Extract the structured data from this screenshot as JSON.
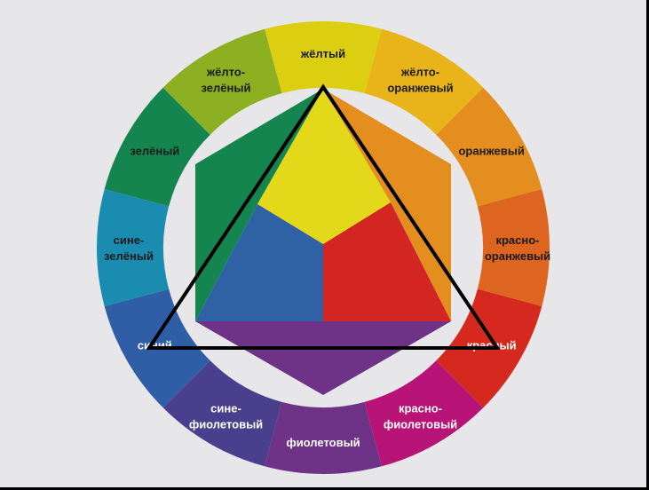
{
  "wheel": {
    "segments": [
      {
        "label": [
          "жёлтый"
        ],
        "color": "#dccf12",
        "text_color": "#1a1a1a"
      },
      {
        "label": [
          "жёлто-",
          "оранжевый"
        ],
        "color": "#e8b41a",
        "text_color": "#1a1a1a"
      },
      {
        "label": [
          "оранжевый"
        ],
        "color": "#e38e1f",
        "text_color": "#1a1a1a"
      },
      {
        "label": [
          "красно-",
          "оранжевый"
        ],
        "color": "#de6520",
        "text_color": "#1a1a1a"
      },
      {
        "label": [
          "красный"
        ],
        "color": "#d5281f",
        "text_color": "#ffffff"
      },
      {
        "label": [
          "красно-",
          "фиолетовый"
        ],
        "color": "#b81477",
        "text_color": "#ffffff"
      },
      {
        "label": [
          "фиолетовый"
        ],
        "color": "#6e3286",
        "text_color": "#ffffff"
      },
      {
        "label": [
          "сине-",
          "фиолетовый"
        ],
        "color": "#4a3f8c",
        "text_color": "#ffffff"
      },
      {
        "label": [
          "синий"
        ],
        "color": "#2f5ea6",
        "text_color": "#ffffff"
      },
      {
        "label": [
          "сине-",
          "зелёный"
        ],
        "color": "#1a8cb0",
        "text_color": "#1a1a1a"
      },
      {
        "label": [
          "зелёный"
        ],
        "color": "#14854f",
        "text_color": "#1a1a1a"
      },
      {
        "label": [
          "жёлто-",
          "зелёный"
        ],
        "color": "#8daf22",
        "text_color": "#1a1a1a"
      }
    ],
    "center": {
      "primary_yellow": "#e3d81a",
      "primary_red": "#d32622",
      "primary_blue": "#2f62a4",
      "secondary_green": "#14854f",
      "secondary_orange": "#e38e1f",
      "secondary_violet": "#6e3286"
    },
    "background": "#e7e6e8",
    "triangle_color": "#000000"
  }
}
